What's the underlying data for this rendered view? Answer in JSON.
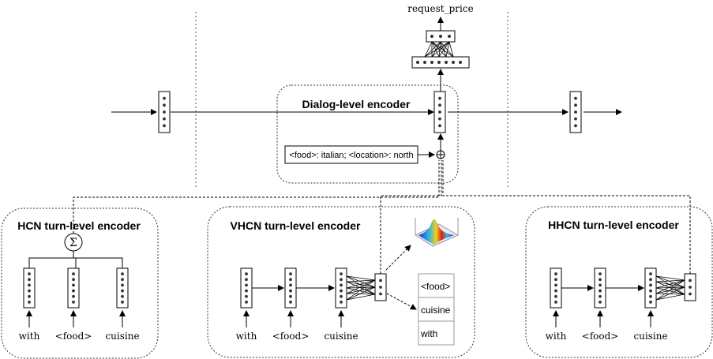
{
  "output_label": "request_price",
  "dialog_encoder": {
    "title": "Dialog-level encoder",
    "slot_box": "<food>: italian; <location>: north"
  },
  "hcn": {
    "title": "HCN turn-level encoder",
    "sum_symbol": "Σ",
    "words": [
      "with",
      "<food>",
      "cuisine"
    ]
  },
  "vhcn": {
    "title": "VHCN turn-level encoder",
    "words": [
      "with",
      "<food>",
      "cuisine"
    ],
    "table": [
      "<food>",
      "cuisine",
      "with"
    ]
  },
  "hhcn": {
    "title": "HHCN turn-level encoder",
    "words": [
      "with",
      "<food>",
      "cuisine"
    ]
  }
}
